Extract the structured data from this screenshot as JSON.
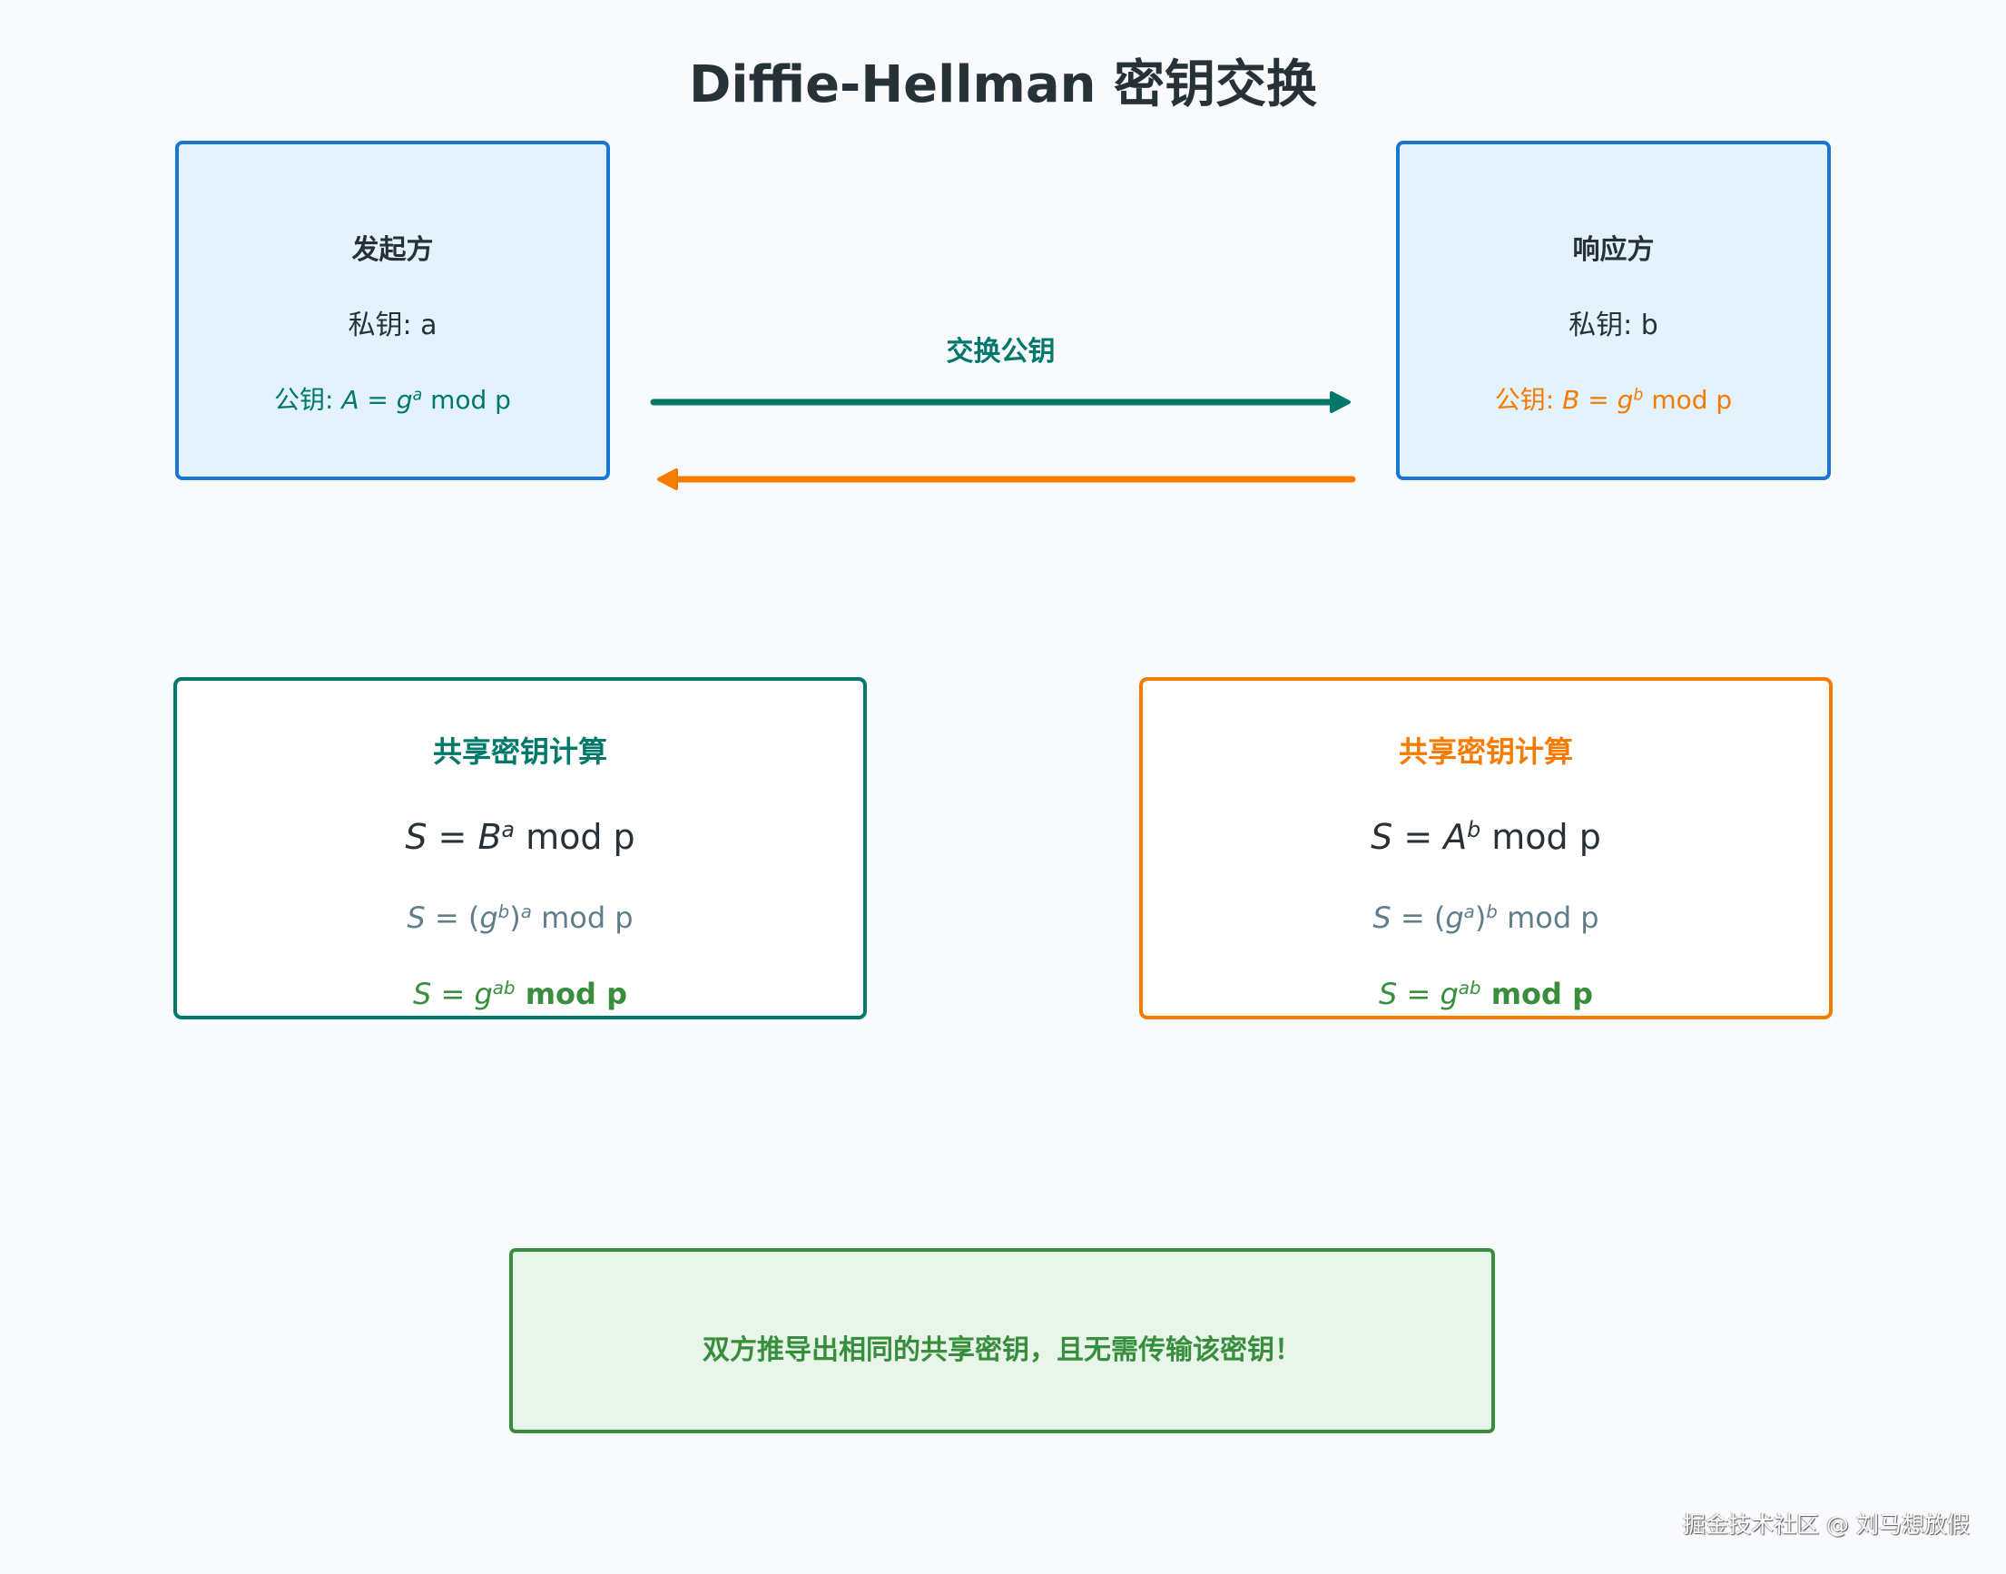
{
  "title": "Diffie-Hellman 密钥交换",
  "colors": {
    "background": "#f8fafd",
    "party_fill": "#e3f2fd",
    "party_border": "#1976d2",
    "teal": "#00796b",
    "orange": "#f57c00",
    "gray": "#607d8b",
    "green": "#388e3c",
    "summary_fill": "#e8f5e9",
    "text_dark": "#263238"
  },
  "initiator": {
    "heading": "发起方",
    "private_key_label": "私钥: a",
    "public_key_prefix": "公钥: ",
    "public_key_var": "A",
    "public_key_eq": " = ",
    "public_key_base": "g",
    "public_key_exp": "a",
    "public_key_suffix": " mod p"
  },
  "responder": {
    "heading": "响应方",
    "private_key_label": "私钥: b",
    "public_key_prefix": "公钥: ",
    "public_key_var": "B",
    "public_key_eq": " = ",
    "public_key_base": "g",
    "public_key_exp": "b",
    "public_key_suffix": " mod p"
  },
  "exchange": {
    "label": "交换公钥",
    "arrow_forward": "A → responder",
    "arrow_back": "B → initiator"
  },
  "initiator_calc": {
    "heading": "共享密钥计算",
    "line1": {
      "S": "S",
      "eq": " = ",
      "base": "B",
      "exp": "a",
      "tail": " mod p"
    },
    "line2": {
      "S": "S",
      "eq": " = (",
      "base": "g",
      "exp_inner": "b",
      "close": ")",
      "exp_outer": "a",
      "tail": " mod p"
    },
    "line3": {
      "S": "S",
      "eq": " = ",
      "base": "g",
      "exp": "ab",
      "tail": " mod p"
    }
  },
  "responder_calc": {
    "heading": "共享密钥计算",
    "line1": {
      "S": "S",
      "eq": " = ",
      "base": "A",
      "exp": "b",
      "tail": " mod p"
    },
    "line2": {
      "S": "S",
      "eq": " = (",
      "base": "g",
      "exp_inner": "a",
      "close": ")",
      "exp_outer": "b",
      "tail": " mod p"
    },
    "line3": {
      "S": "S",
      "eq": " = ",
      "base": "g",
      "exp": "ab",
      "tail": " mod p"
    }
  },
  "summary": {
    "text": "双方推导出相同的共享密钥，且无需传输该密钥！"
  },
  "watermark": "掘金技术社区 @ 刘马想放假"
}
